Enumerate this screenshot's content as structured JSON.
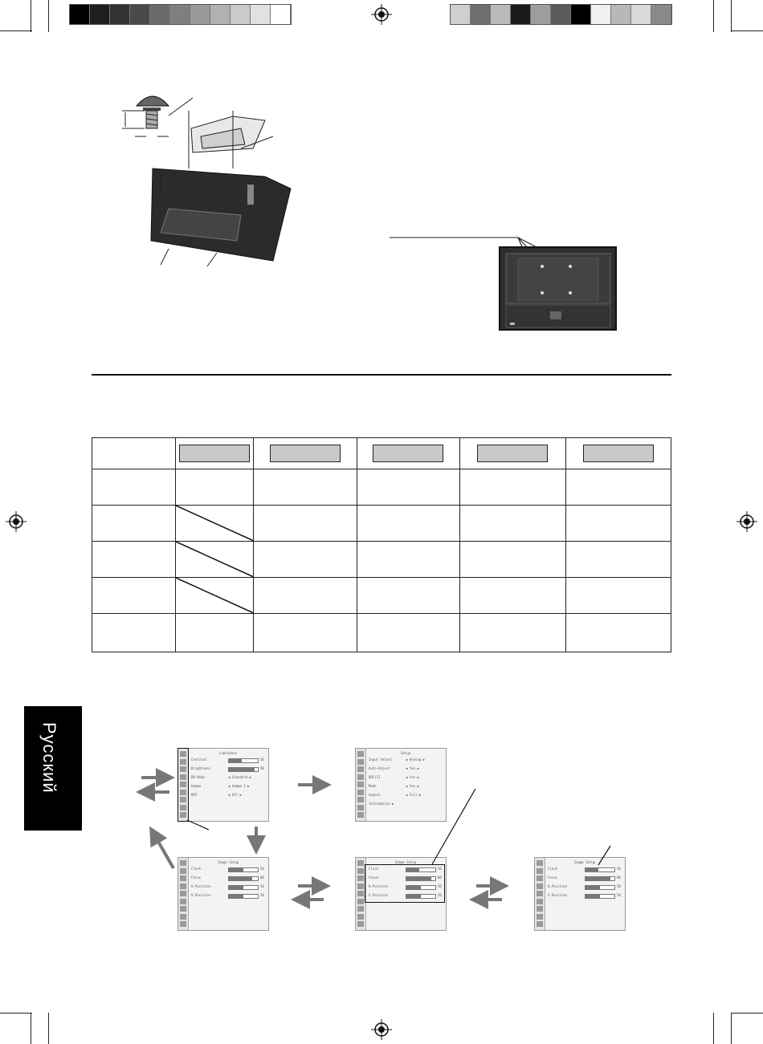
{
  "language_tab": {
    "label": "Русский"
  },
  "colors": {
    "left_strip": [
      "#000000",
      "#1e1e1e",
      "#333333",
      "#4a4a4a",
      "#6a6a6a",
      "#7f7f7f",
      "#999999",
      "#b1b1b1",
      "#cacaca",
      "#e1e1e1",
      "#ffffff"
    ],
    "right_strip": [
      "#cfcfcf",
      "#6e6e6e",
      "#b9b9b9",
      "#1a1a1a",
      "#9d9d9d",
      "#5a5a5a",
      "#000000",
      "#f0f0f0",
      "#b8b8b8",
      "#d9d9d9",
      "#8a8a8a"
    ]
  },
  "osd_screens": {
    "luminance": {
      "title": "Luminance",
      "rows": [
        {
          "label": "Contrast",
          "value": "50",
          "bar": 0.45
        },
        {
          "label": "Brightness",
          "value": "90",
          "bar": 0.9
        },
        {
          "label": "BV-Mode",
          "value": "Standard"
        },
        {
          "label": "Gamma",
          "value": "Gamma 1"
        },
        {
          "label": "DPS",
          "value": "Off"
        }
      ]
    },
    "setup": {
      "title": "Setup",
      "rows": [
        {
          "label": "Input Select",
          "value": "Analog"
        },
        {
          "label": "Auto-Adjust",
          "value": "Yes"
        },
        {
          "label": "DDC/CI",
          "value": "Yes"
        },
        {
          "label": "Mode",
          "value": "Yes"
        },
        {
          "label": "Aspect",
          "value": "Full"
        },
        {
          "label": "Information"
        }
      ]
    },
    "image_setup_1": {
      "title": "Image Setup",
      "rows": [
        {
          "label": "Clock",
          "value": "50",
          "bar": 0.5
        },
        {
          "label": "Focus",
          "value": "80",
          "bar": 0.8
        },
        {
          "label": "H.Position",
          "value": "50",
          "bar": 0.5
        },
        {
          "label": "V.Position",
          "value": "50",
          "bar": 0.5
        }
      ]
    },
    "image_setup_2": {
      "title": "Image Setup",
      "rows": [
        {
          "label": "Clock",
          "value": "50",
          "bar": 0.45
        },
        {
          "label": "Focus",
          "value": "80",
          "bar": 0.85
        },
        {
          "label": "H.Position",
          "value": "50",
          "bar": 0.5
        },
        {
          "label": "V.Position",
          "value": "50",
          "bar": 0.5
        }
      ]
    },
    "image_setup_3": {
      "title": "Image Setup",
      "rows": [
        {
          "label": "Clock",
          "value": "50",
          "bar": 0.45
        },
        {
          "label": "Focus",
          "value": "80",
          "bar": 0.85
        },
        {
          "label": "H.Position",
          "value": "50",
          "bar": 0.5
        },
        {
          "label": "V.Position",
          "value": "50",
          "bar": 0.5
        }
      ]
    }
  }
}
